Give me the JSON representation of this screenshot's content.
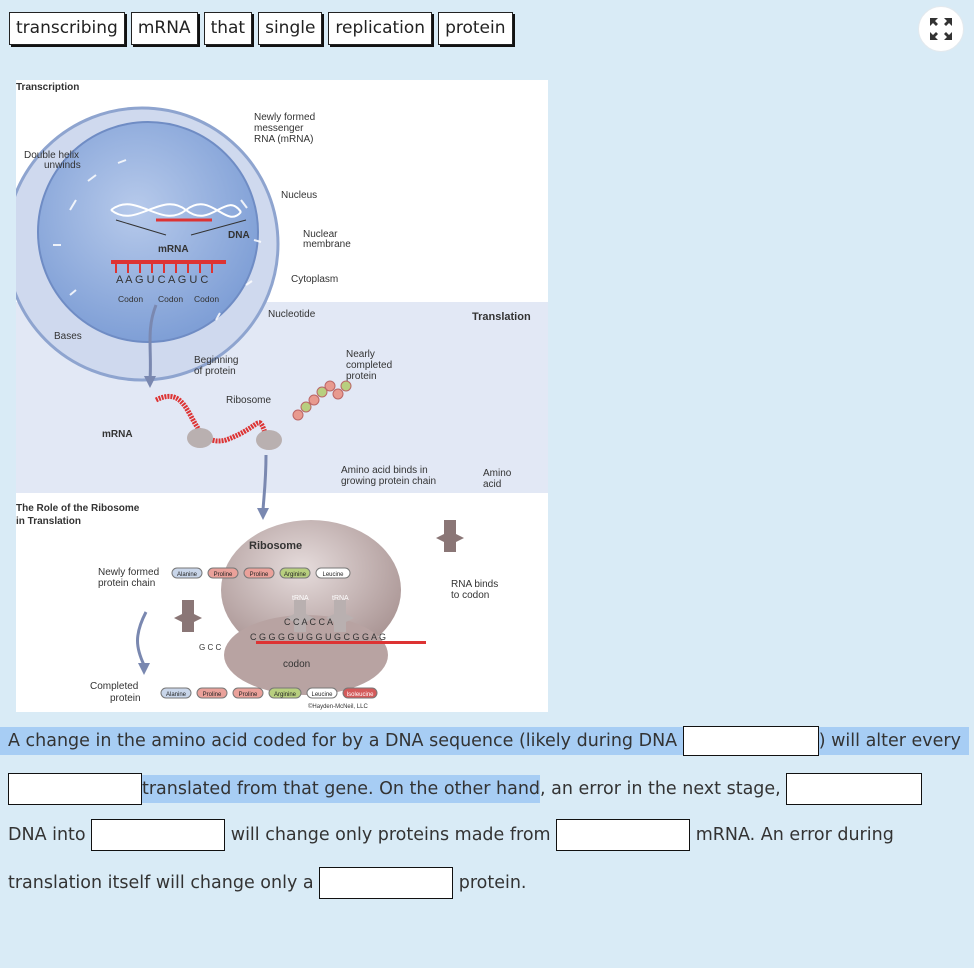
{
  "word_bank": [
    "transcribing",
    "mRNA",
    "that",
    "single",
    "replication",
    "protein"
  ],
  "figure": {
    "title_top": "Transcription",
    "title_translation": "Translation",
    "title_role": [
      "The Role of the Ribosome",
      "in Translation"
    ],
    "labels": {
      "newly_formed_mrna": [
        "Newly formed",
        "messenger",
        "RNA (mRNA)"
      ],
      "double_helix": [
        "Double helix",
        "unwinds"
      ],
      "nucleus": "Nucleus",
      "dna": "DNA",
      "nuclear_membrane": [
        "Nuclear",
        "membrane"
      ],
      "mrna": "mRNA",
      "cytoplasm": "Cytoplasm",
      "sequence": "A A G U C A G U C",
      "codon": "Codon",
      "nucleotide": "Nucleotide",
      "bases": "Bases",
      "beginning_protein": [
        "Beginning",
        "of protein"
      ],
      "nearly_completed": [
        "Nearly",
        "completed",
        "protein"
      ],
      "ribosome": "Ribosome",
      "mrna2": "mRNA",
      "amino_acid_binds": [
        "Amino acid binds in",
        "growing protein chain"
      ],
      "amino_acid": [
        "Amino",
        "acid"
      ],
      "ribosome_big": "Ribosome",
      "newly_formed_chain": [
        "Newly formed",
        "protein chain"
      ],
      "trna": "tRNA",
      "rna_binds": [
        "RNA binds",
        "to codon"
      ],
      "codon_small": "codon",
      "mrna_sequence": "C G G G G U G G U G C G G A G",
      "anticodon_pair": "C C A C C A",
      "gcc": "G C C",
      "completed_protein": [
        "Completed",
        "protein"
      ],
      "chain_new": [
        "Alanine",
        "Proline",
        "Proline",
        "Arginine",
        "Leucine"
      ],
      "chain_completed": [
        "Alanine",
        "Proline",
        "Proline",
        "Arginine",
        "Leucine",
        "Isoleucine"
      ],
      "credit": "©Hayden-McNeil, LLC"
    }
  },
  "sentence": {
    "l1a": "A change in the amino acid coded for by a DNA sequence (likely during DNA ",
    "l1b": ") will alter every",
    "l2a": "translated from that gene. On the other hand",
    "l2b": ", an error in the next stage, ",
    "l3a": "DNA into ",
    "l3b": " will change only proteins made from ",
    "l3c": " mRNA. An error during",
    "l4a": "translation itself will change only a ",
    "l4b": " protein."
  }
}
